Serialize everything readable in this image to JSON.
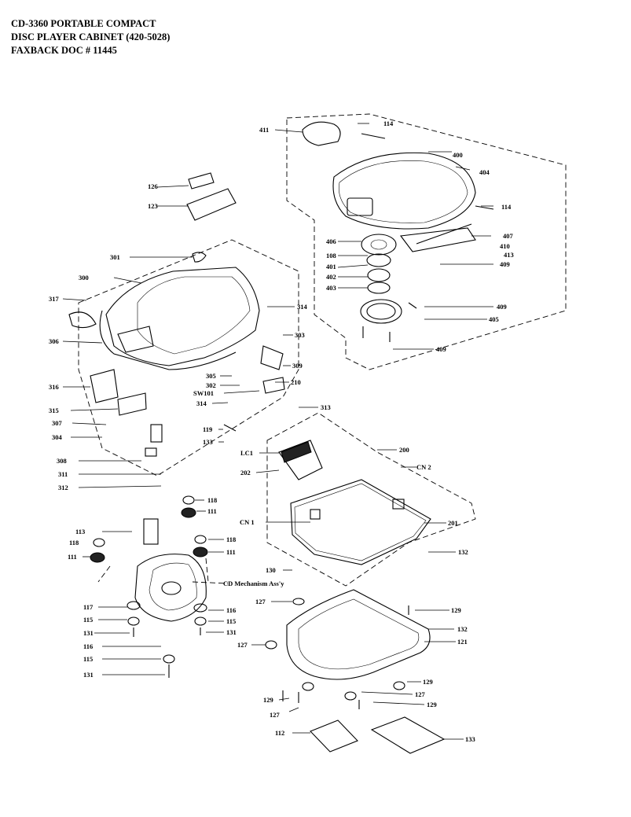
{
  "header": {
    "line1": "CD-3360 PORTABLE COMPACT",
    "line2": "DISC PLAYER CABINET  (420-5028)",
    "line3": "FAXBACK DOC # 11445"
  },
  "labels": [
    "411",
    "114",
    "400",
    "404",
    "114",
    "126",
    "123",
    "407",
    "406",
    "410",
    "108",
    "413",
    "401",
    "409",
    "402",
    "403",
    "409",
    "405",
    "301",
    "300",
    "317",
    "314",
    "303",
    "306",
    "409",
    "309",
    "316",
    "305",
    "302",
    "210",
    "SW101",
    "315",
    "314",
    "313",
    "307",
    "304",
    "119",
    "133",
    "200",
    "308",
    "LC1",
    "202",
    "CN 2",
    "311",
    "312",
    "118",
    "111",
    "113",
    "CN 1",
    "201",
    "118",
    "111",
    "118",
    "111",
    "132",
    "130",
    "CD Mechanism Ass'y",
    "127",
    "129",
    "117",
    "115",
    "116",
    "115",
    "131",
    "131",
    "116",
    "132",
    "127",
    "121",
    "115",
    "131",
    "129",
    "129",
    "127",
    "127",
    "129",
    "112",
    "133"
  ]
}
